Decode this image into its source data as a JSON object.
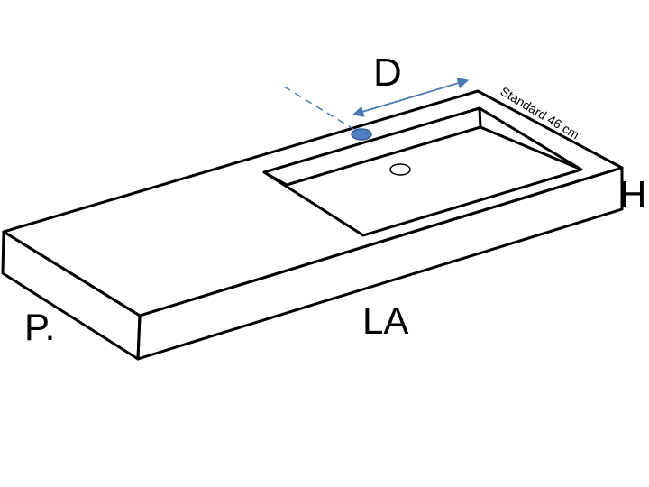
{
  "labels": {
    "depth": "D",
    "height": "H",
    "width": "LA",
    "depth_front": "P.",
    "standard_note": "Standard 46 cm"
  },
  "colors": {
    "outline": "#000000",
    "dimension_arrow": "#4a7ab5",
    "faucet_hole": "#4f7fc0",
    "faucet_hole_stroke": "#2f5a96"
  }
}
